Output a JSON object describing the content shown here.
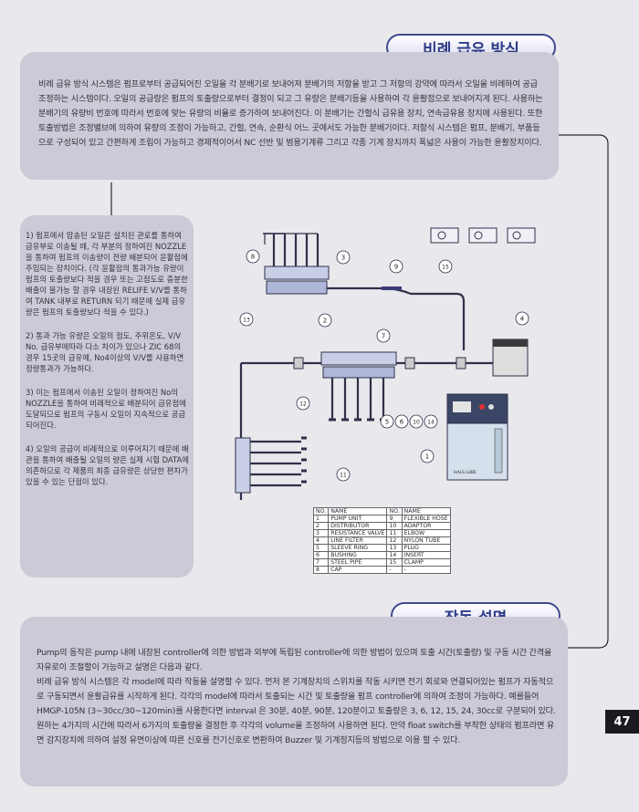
{
  "sections": {
    "top_title": "비례 급유 방식",
    "top_text": "비례 급유 방식 시스템은 펌프로부터 공급되어진 오일을 각 분배기로 보내어져 분배기의 저항을 받고 그 저항의 강약에 따라서 오일을 비례하여 공급 조정하는 시스템이다. 오일의 공급량은 펌프의 토출량으로부터 결정이 되고 그 유량은 분배기등을 사용하여 각 윤활점으로 보내어지게 된다. 사용하는 분배기의 유량비 번호에 따라서 번호에 맞는 유량의 비율로 증가하여 보내어진다. 이 분배기는 간헐식 급유용 장치, 연속급유용 장치에 사용된다. 또한 토출방법은 조정밸브에 의하여 유량의 조정이 가능하고, 간헐, 연속, 순환식 어느 곳에서도 가능한 분배기이다. 저항식 시스템은 펌프, 분배기, 부품등으로 구성되어 있고 간편하게 조립이 가능하고 경제적이어서 NC 선반 및 범용기계류 그리고 각종 기계 장치까지 폭넓은 사용이 가능한 윤활장치이다.",
    "bottom_title": "작동 설명",
    "bottom_text_1": "Pump의 동작은 pump 내에 내장된 controller에 의한 방법과 외부에 독립된 controller에 의한 방법이 있으며 토출 시간(토출량) 및 구동 시간 간격을 자유로이 조절할이 가능하고 설명은 다음과 같다.",
    "bottom_text_2": "비례 급유 방식 시스템은 각 model에 따라 작동을 설명할 수 있다. 먼저 본 기계장치의 스위치를 작동 시키면 전기 회로와 연결되어있는 펌프가 자동적으로 구동되면서 윤활급유를 시작하게 된다. 각각의 model에 따라서 토출되는 시간 및 토출량을 펌프 controller에 의하여 조정이 가능하다. 예를들어 HMGP-105N (3~30cc/30~120min)를 사용한다면 interval 은 30분, 40분, 90분, 120분이고 토출량은 3, 6, 12, 15, 24, 30cc로 구분되어 있다. 원하는 4가지의 시간에 따라서 6가지의 토출량을 결정한 후 각각의 volume을 조정하여 사용하면 된다. 만약 float switch를 부착한 상태의 펌프라면 유면 감지장치에 의하여 설정 유면이상에 따른 신호를 전기신호로 변환하여 Buzzer 및 기계정지등의 방법으로 이용 할 수 있다."
  },
  "notes": [
    "1) 펌프에서 압송된 오일은 설치된 관로를 통하여 급유부로 이송될 때, 각 부분의 정하여진 NOZZLE을 통하여 펌프의 이송량이 전량 배분되어 윤활점에 주입되는 장치이다. (각 윤활점의 통과가능 유량이 펌프의 토출량보다 적을 경우 또는 고점도로 충분한 배출이 불가능 할 경우 내장된 RELIFE V/V를 통하여 TANK 내부로 RETURN 되기 때문에 실제 급유량은 펌프의 토출량보다 적을 수 있다.)",
    "2) 통과 가능 유량은 오일의 점도, 주위온도, V/V No. 급유부에따라 다소 차이가 있으나 ZIC 68의 경우 15곳의 급유에, No4이상의 V/V를 사용하면 정량통과가 가능하다.",
    "3) 이는 펌프에서 이송된 오일이 정하여진 No의 NOZZLE을 통하여 비례적으로 배분되어 급유점에 도달되므로 펌프의 구동시 오일이 지속적으로 공급되어진다.",
    "4) 오일의 공급이 비례적으로 이루어지기 때문에 배관을 통하여 배출될 오일의 량은 실제 시험 DATA에 의존하므로 각 제품의 최종 급유량은 상당한 편차가 있을 수 있는 단점이 있다."
  ],
  "diagram": {
    "callouts": [
      "1",
      "2",
      "3",
      "4",
      "5",
      "6",
      "7",
      "8",
      "9",
      "10",
      "11",
      "12",
      "13",
      "14",
      "15"
    ],
    "pump_label": "HALS LUBE"
  },
  "parts_table": {
    "header": [
      "NO.",
      "NAME",
      "NO.",
      "NAME"
    ],
    "rows": [
      [
        "1",
        "PUMP UNIT",
        "9",
        "FLEXIBLE HOSE"
      ],
      [
        "2",
        "DISTRIBUTOR",
        "10",
        "ADAPTOR"
      ],
      [
        "3",
        "RESISTANCE VALVE",
        "11",
        "ELBOW"
      ],
      [
        "4",
        "LINE FILTER",
        "12",
        "NYLON TUBE"
      ],
      [
        "5",
        "SLEEVE RING",
        "13",
        "PLUG"
      ],
      [
        "6",
        "BUSHING",
        "14",
        "INSERT"
      ],
      [
        "7",
        "STEEL PIPE",
        "15",
        "CLAMP"
      ],
      [
        "8",
        "CAP",
        "-",
        "-"
      ]
    ]
  },
  "page_number": "47"
}
